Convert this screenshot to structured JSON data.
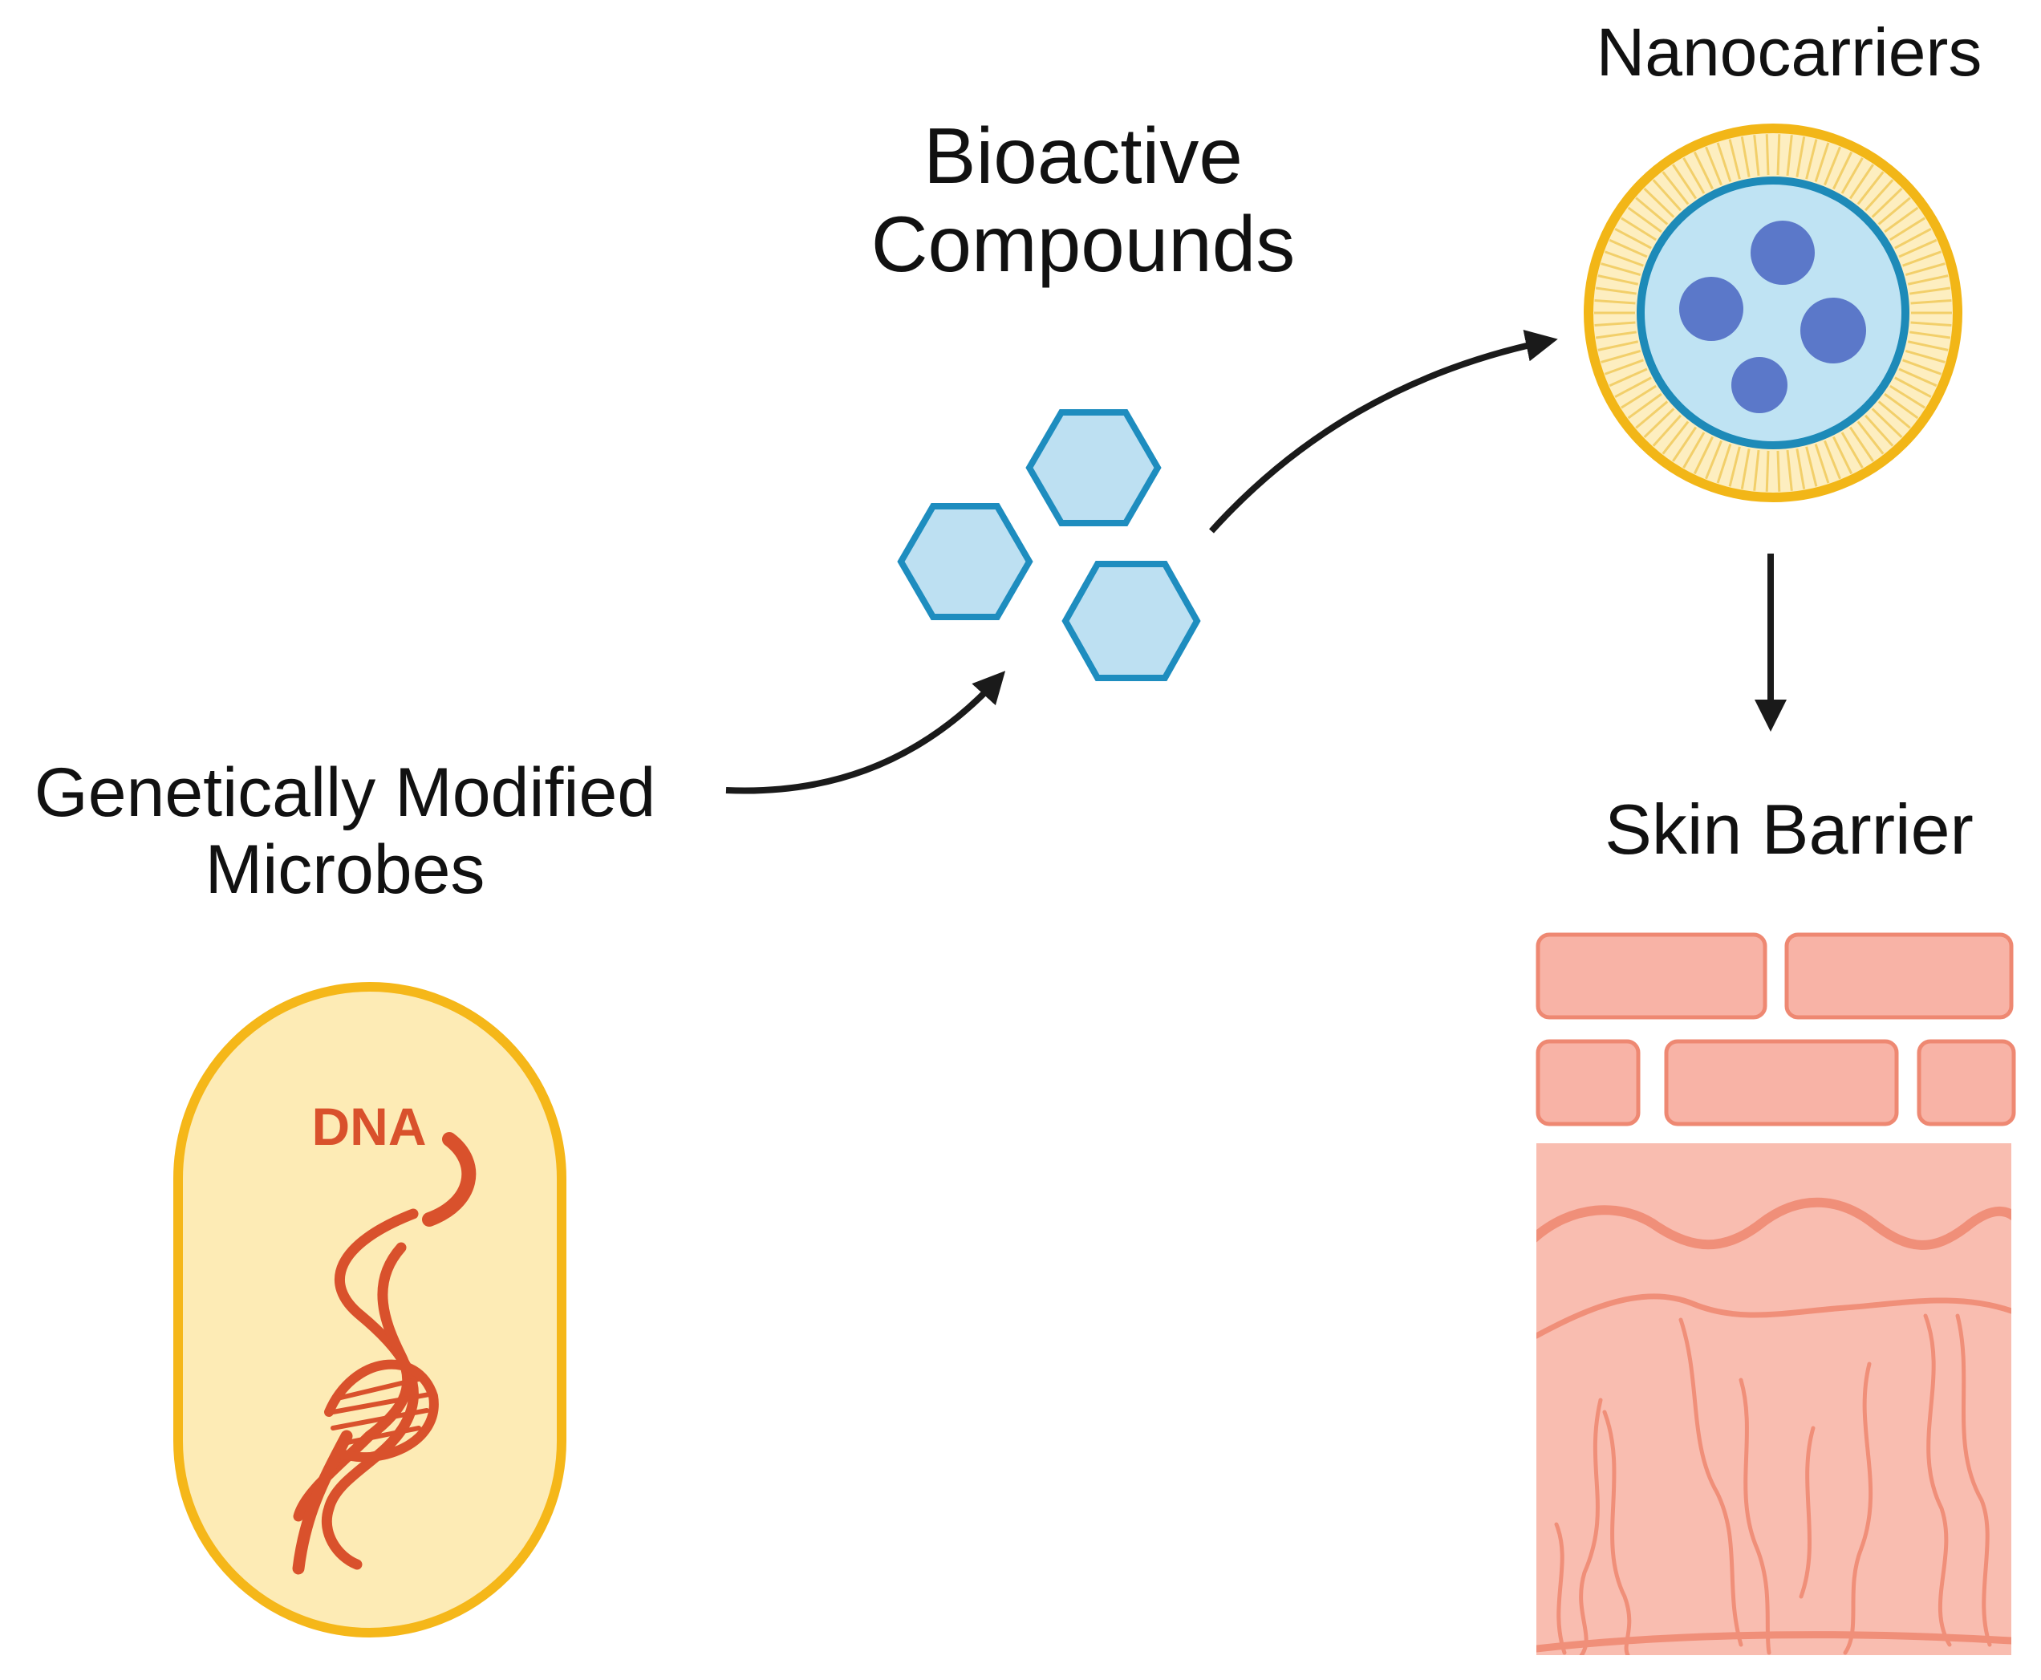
{
  "labels": {
    "bioactive": [
      "Bioactive",
      "Compounds"
    ],
    "nanocarriers": "Nanocarriers",
    "microbes": [
      "Genetically Modified",
      "Microbes"
    ],
    "skin": "Skin Barrier",
    "dna": "DNA"
  },
  "colors": {
    "arrow": "#1a1a1a",
    "hex_fill": "#bde0f2",
    "hex_stroke": "#1e8dbf",
    "shell": "#f2b617",
    "shell_fill": "#fdeec0",
    "core_fill": "#bfe3f3",
    "core_stroke": "#1d8ab8",
    "payload": "#5b78c9",
    "microbe_stroke": "#f5b719",
    "microbe_fill": "#fdebb5",
    "dna": "#d9512c",
    "skin_cell": "#f8b3a6",
    "skin_stroke": "#ee8872",
    "dermis": "#f9bdb0",
    "dermis_line": "#f08f79"
  },
  "icons": [
    "hexagon-molecule-icon",
    "nanocarrier-icon",
    "microbe-icon",
    "dna-helix-icon",
    "skin-layer-icon"
  ]
}
